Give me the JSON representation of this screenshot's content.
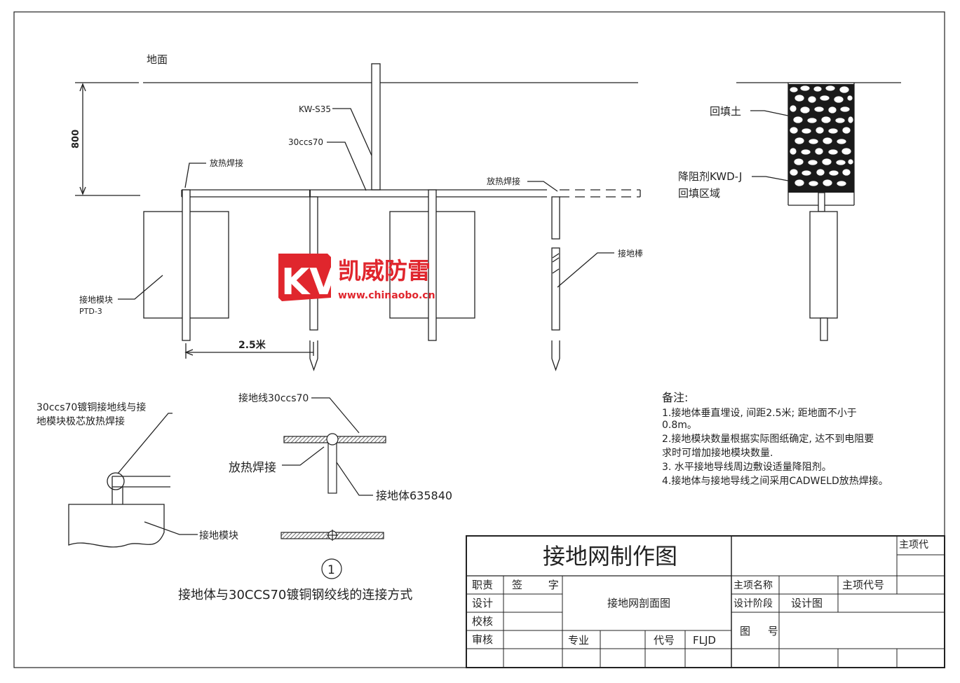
{
  "section_labels": {
    "ground": "地面",
    "depth": "800",
    "kw_s35": "KW-S35",
    "cable_30ccs70": "30ccs70",
    "exo_weld_left": "放热焊接",
    "exo_weld_right": "放热焊接",
    "ground_rod": "接地棒",
    "module_name": "接地模块",
    "module_model": "PTD-3",
    "spacing": "2.5米",
    "backfill_soil": "回填土",
    "reducer_line1": "降阻剂KWD-J",
    "reducer_line2": "回填区域"
  },
  "detail_labels": {
    "left_line1": "30ccs70镀铜接地线与接",
    "left_line2": "地模块极芯放热焊接",
    "module": "接地模块",
    "cable": "接地线30ccs70",
    "weld": "放热焊接",
    "electrode": "接地体635840",
    "number": "1",
    "caption": "接地体与30CCS70镀铜钢绞线的连接方式"
  },
  "watermark": {
    "logo_text": "KV",
    "brand": "凯威防雷",
    "url": "www.chinaobo.cn"
  },
  "notes": {
    "title": "备注:",
    "lines": [
      "1.接地体垂直埋设, 间距2.5米; 距地面不小于",
      "0.8m。",
      "2.接地模块数量根据实际图纸确定, 达不到电阻要",
      "求时可增加接地模块数量.",
      "3. 水平接地导线周边敷设适量降阻剂。",
      "4.接地体与接地导线之间采用CADWELD放热焊接。"
    ]
  },
  "title_block": {
    "main_title": "接地网制作图",
    "drawing_name": "接地网剖面图",
    "zhuxiang_dai": "主项代",
    "zhize": "职责",
    "qianzi": "签 字",
    "sheji": "设计",
    "jiaohe": "校核",
    "shenhe": "审核",
    "zhuanye": "专业",
    "daihao": "代号",
    "daihao_value": "FLJD",
    "zhuxiang_mingcheng": "主项名称",
    "zhuxiang_daihao": "主项代号",
    "sheji_jieduan": "设计阶段",
    "sheji_jieduan_value": "设计图",
    "tuhao": "图 号"
  }
}
